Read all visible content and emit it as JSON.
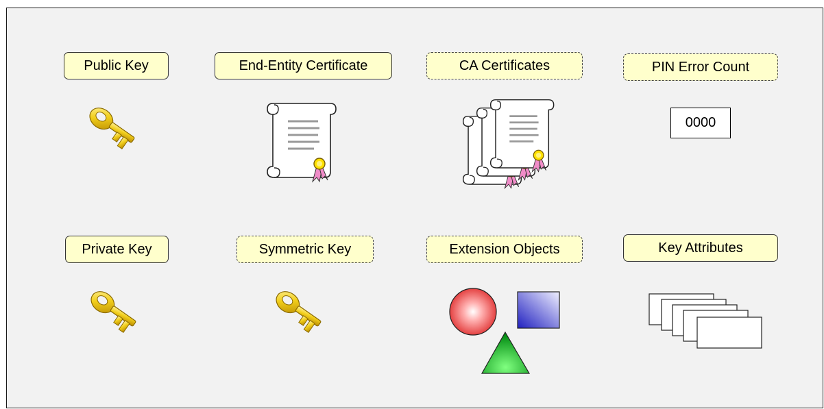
{
  "labels": {
    "public_key": "Public Key",
    "end_entity_certificate": "End-Entity Certificate",
    "ca_certificates": "CA Certificates",
    "pin_error_count": "PIN Error Count",
    "private_key": "Private Key",
    "symmetric_key": "Symmetric Key",
    "extension_objects": "Extension Objects",
    "key_attributes": "Key Attributes"
  },
  "pin_error_count_value": "0000",
  "colors": {
    "label_fill": "#ffffcc",
    "background": "#f2f2f2",
    "key_gold": "#e8c21a",
    "ribbon_pink": "#f08cc8",
    "seal_yellow": "#ffe000",
    "sphere_red": "#e85a5a",
    "cube_blue": "#4040d0",
    "triangle_green": "#10a020"
  },
  "icons": {
    "public_key": "key-icon",
    "end_entity_certificate": "certificate-icon",
    "ca_certificates": "certificate-stack-icon",
    "private_key": "key-icon",
    "symmetric_key": "key-icon",
    "extension_objects": "shapes-icon",
    "key_attributes": "card-stack-icon"
  }
}
